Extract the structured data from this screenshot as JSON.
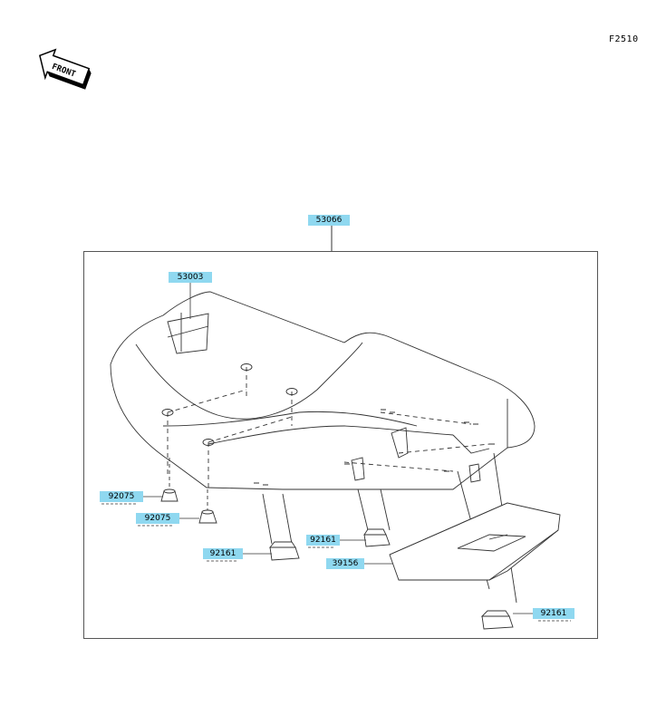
{
  "figure_code": "F2510",
  "front_arrow": {
    "text": "FRONT",
    "icon": "front-direction-arrow-icon"
  },
  "colors": {
    "label_bg": "#8fd8f0",
    "line": "#333333"
  },
  "parts": [
    {
      "id": "part-53066",
      "number": "53066"
    },
    {
      "id": "part-53003",
      "number": "53003"
    },
    {
      "id": "part-92075-a",
      "number": "92075"
    },
    {
      "id": "part-92075-b",
      "number": "92075"
    },
    {
      "id": "part-92161-a",
      "number": "92161"
    },
    {
      "id": "part-92161-b",
      "number": "92161"
    },
    {
      "id": "part-39156",
      "number": "39156"
    },
    {
      "id": "part-92161-c",
      "number": "92161"
    }
  ]
}
